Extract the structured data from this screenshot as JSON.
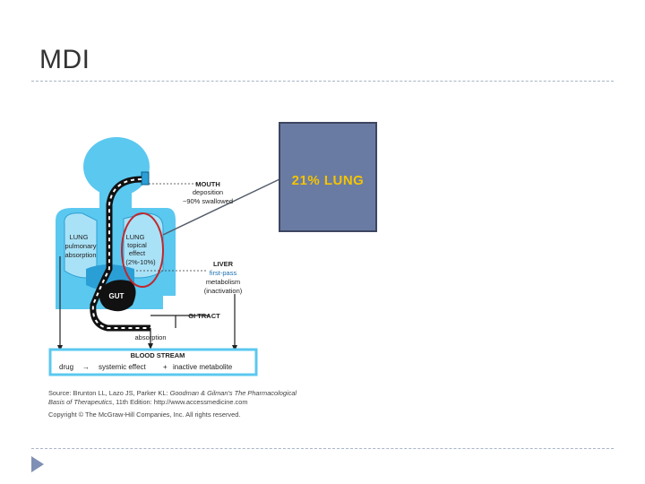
{
  "slide": {
    "title": "MDI"
  },
  "diagram": {
    "mouth": {
      "heading": "MOUTH",
      "line1": "deposition",
      "line2": "~90% swallowed"
    },
    "lung_topical": {
      "line1": "LUNG",
      "line2": "topical",
      "line3": "effect",
      "line4": "(2%-10%)"
    },
    "lung_pulmonary": {
      "line1": "LUNG",
      "line2": "pulmonary",
      "line3": "absorption"
    },
    "liver": {
      "heading": "LIVER",
      "line1": "first-pass",
      "line2": "metabolism",
      "line3": "(inactivation)"
    },
    "gut": "GUT",
    "gi_tract": "GI TRACT",
    "absorption": "absorption",
    "blood_stream": {
      "heading": "BLOOD STREAM",
      "drug": "drug",
      "arrow": "→",
      "systemic": "systemic effect",
      "plus": "+",
      "metabolite": "inactive metabolite"
    },
    "colors": {
      "body": "#5bc8f0",
      "bloodstream_border": "#5bc8f0",
      "highlight_circle": "#c0282d",
      "airway": "#111111"
    }
  },
  "callout": {
    "text": "21% LUNG",
    "background": "#6a7ba3",
    "text_color": "#f5c400"
  },
  "source": {
    "line1_a": "Source: Brunton LL, Lazo JS, Parker KL: ",
    "line1_b": "Goodman & Gilman's The Pharmacological",
    "line2_a": "Basis of Therapeutics",
    "line2_b": ", 11th Edition: http://www.accessmedicine.com",
    "line3": "Copyright © The McGraw-Hill Companies, Inc. All rights reserved."
  }
}
